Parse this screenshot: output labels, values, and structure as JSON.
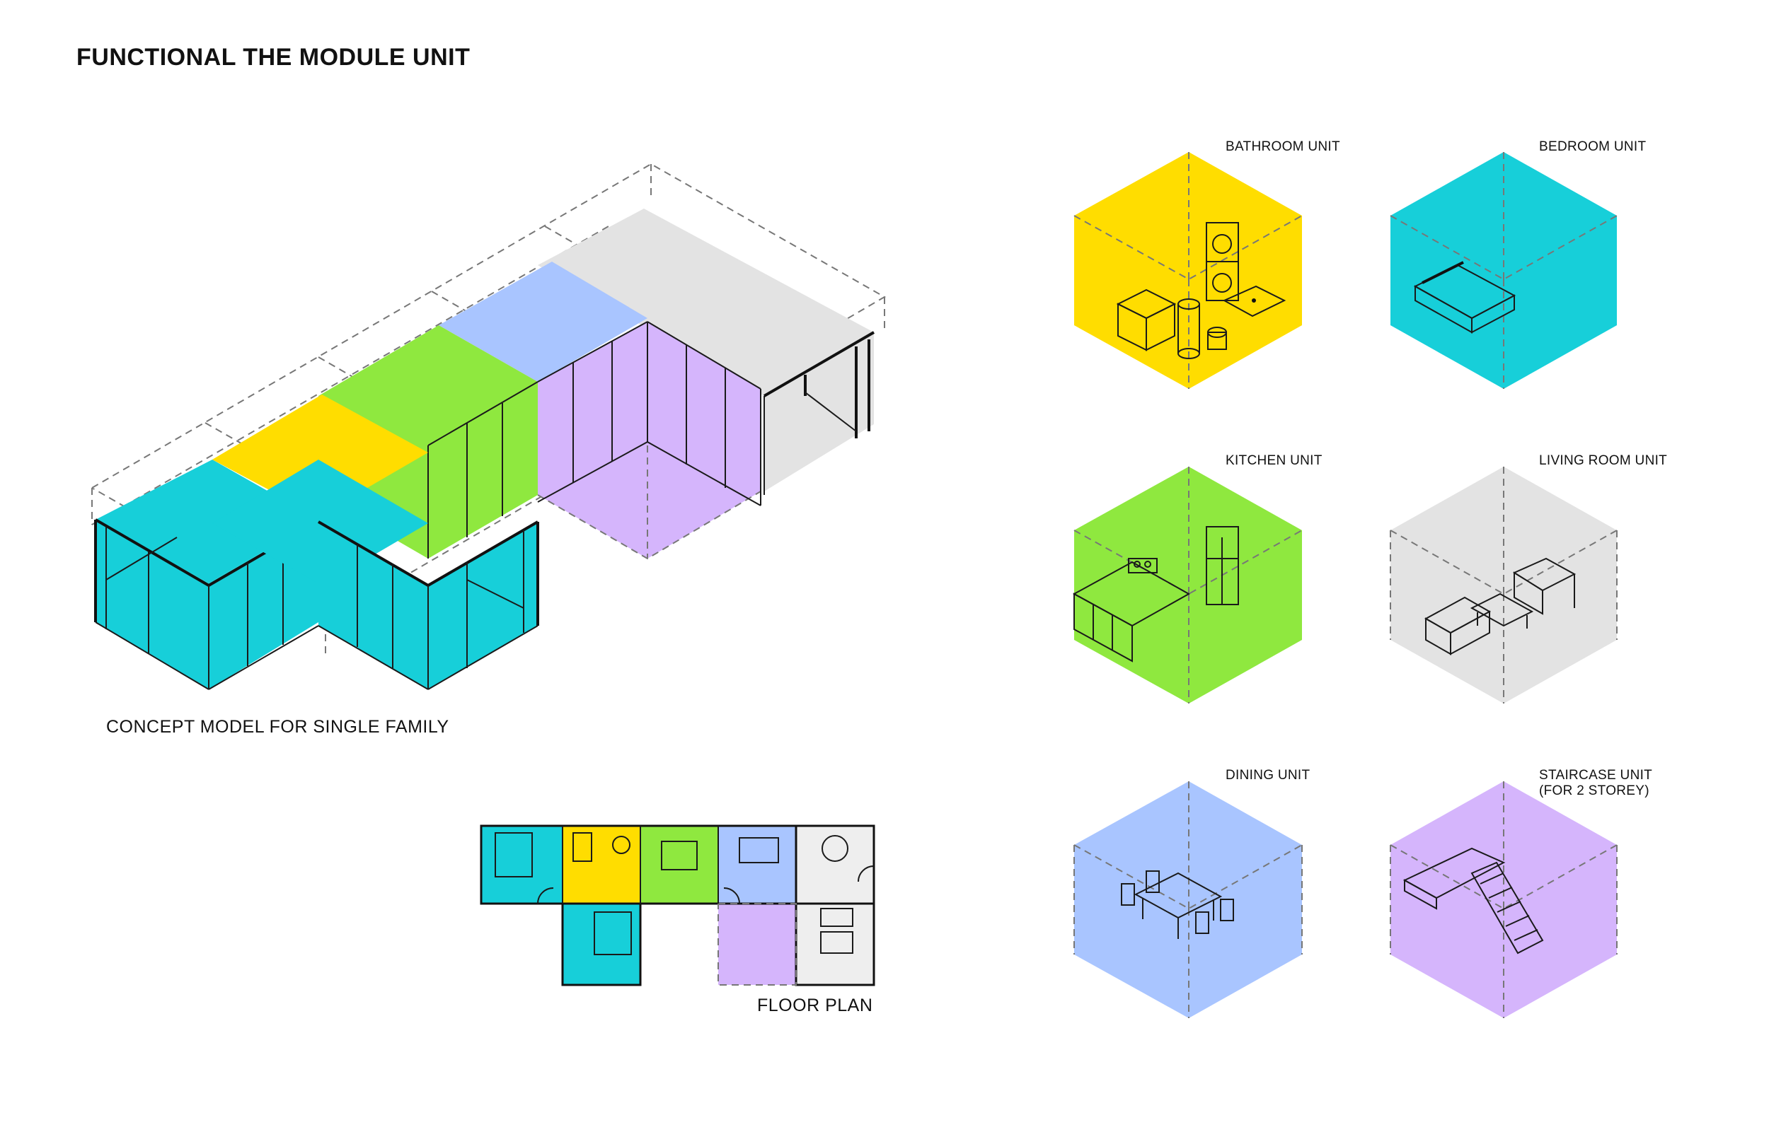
{
  "title": "FUNCTIONAL THE MODULE UNIT",
  "captions": {
    "concept": "CONCEPT MODEL FOR SINGLE FAMILY",
    "floor_plan": "FLOOR PLAN"
  },
  "units": [
    {
      "id": "bathroom",
      "label": "BATHROOM UNIT",
      "color": "#FFDD00"
    },
    {
      "id": "bedroom",
      "label": "BEDROOM UNIT",
      "color": "#17CFD9"
    },
    {
      "id": "kitchen",
      "label": "KITCHEN UNIT",
      "color": "#8FE83F"
    },
    {
      "id": "living",
      "label": "LIVING ROOM UNIT",
      "color": "#E3E3E3"
    },
    {
      "id": "dining",
      "label": "DINING UNIT",
      "color": "#A9C5FF"
    },
    {
      "id": "staircase",
      "label": "STAIRCASE UNIT\n(FOR 2 STOREY)",
      "color": "#D5B5FC"
    }
  ],
  "colors": {
    "bedroom": "#17CFD9",
    "bathroom": "#FFDD00",
    "kitchen": "#8FE83F",
    "dining": "#A9C5FF",
    "living": "#E3E3E3",
    "staircase": "#D5B5FC"
  }
}
